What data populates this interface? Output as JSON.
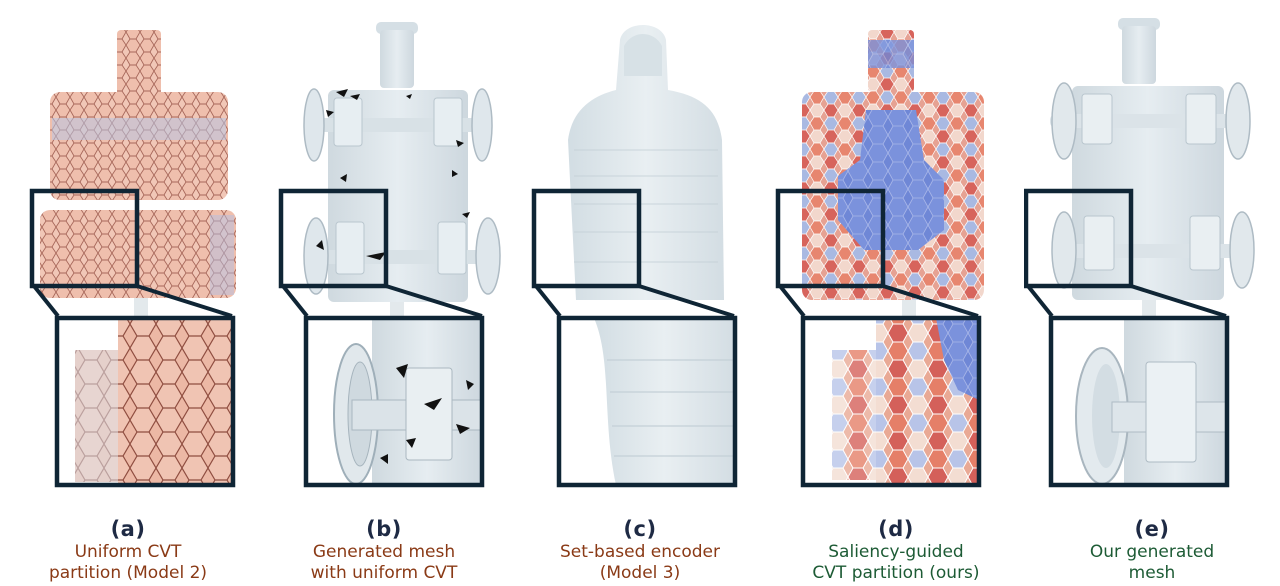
{
  "colors": {
    "frame": "#0f2535",
    "mesh": "#dfe7ec",
    "mesh_shadow": "#b9c6ce",
    "warm": "#e9b09c",
    "cool": "#8ea7de",
    "caption_brown": "#8a3a16",
    "caption_green": "#1d5b35",
    "caption_letter": "#1e2a44"
  },
  "panels": [
    {
      "letter": "(a)",
      "line1": "Uniform CVT",
      "line2": "partition (Model 2)",
      "tone": "brown",
      "icon": "uniform-cvt-partition-render"
    },
    {
      "letter": "(b)",
      "line1": "Generated mesh",
      "line2": "with uniform CVT",
      "tone": "brown",
      "icon": "generated-mesh-uniform-render"
    },
    {
      "letter": "(c)",
      "line1": "Set-based encoder",
      "line2": "(Model 3)",
      "tone": "brown",
      "icon": "set-based-encoder-render"
    },
    {
      "letter": "(d)",
      "line1": "Saliency-guided",
      "line2": "CVT partition (ours)",
      "tone": "green",
      "icon": "saliency-cvt-partition-render"
    },
    {
      "letter": "(e)",
      "line1": "Our generated",
      "line2": "mesh",
      "tone": "green",
      "icon": "our-generated-mesh-render"
    }
  ]
}
